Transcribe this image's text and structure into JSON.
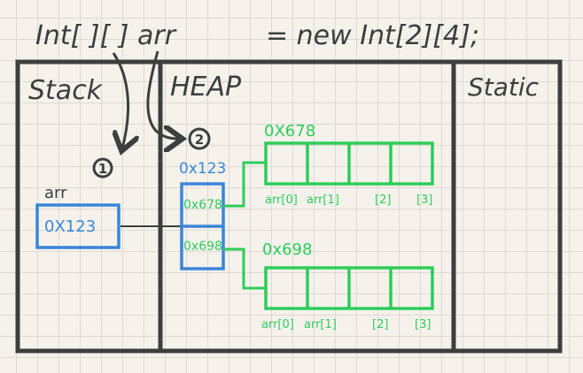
{
  "code": {
    "left_part": "Int[ ][ ] arr",
    "right_part": "= new Int[2][4];"
  },
  "regions": {
    "stack": "Stack",
    "heap": "HEAP",
    "static": "Static"
  },
  "markers": {
    "one": "1",
    "two": "2"
  },
  "stack_var": {
    "name": "arr",
    "value": "0X123"
  },
  "outer_array": {
    "address": "0x123",
    "cells": [
      "0x678",
      "0x698"
    ]
  },
  "inner_arrays": [
    {
      "address": "0X678",
      "labels": [
        "arr[0]",
        "arr[1]",
        "[2]",
        "[3]"
      ]
    },
    {
      "address": "0x698",
      "labels": [
        "arr[0]",
        "arr[1]",
        "[2]",
        "[3]"
      ]
    }
  ],
  "colors": {
    "stack_var": "#3a86d8",
    "heap_array": "#2ecc5a",
    "outline": "#3b3f3d"
  }
}
